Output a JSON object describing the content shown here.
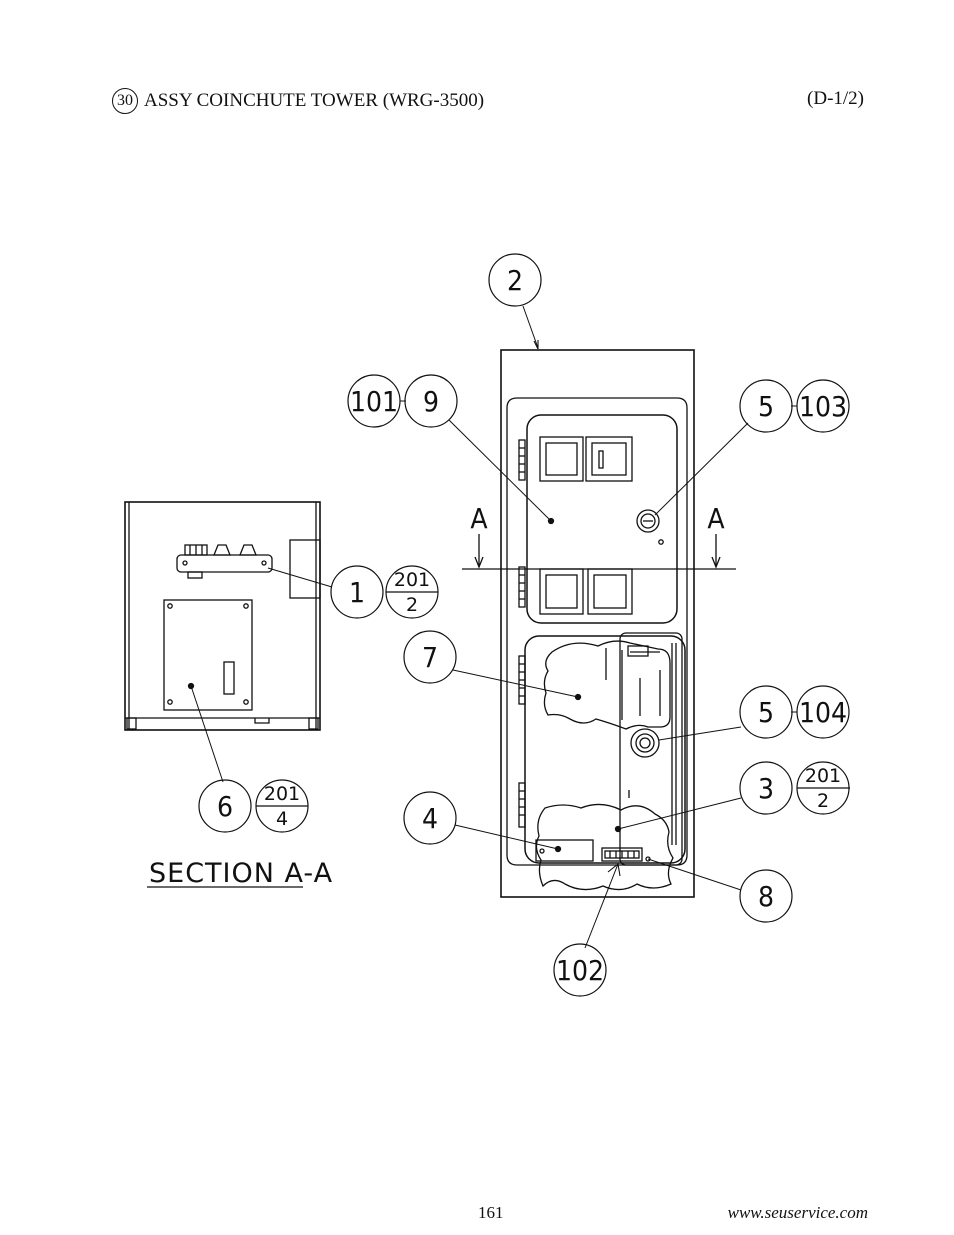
{
  "header": {
    "item_number": "30",
    "title": "ASSY COINCHUTE TOWER (WRG-3500)",
    "sheet": "(D-1/2)"
  },
  "footer": {
    "page_number": "161",
    "website": "www.seuservice.com"
  },
  "drawing": {
    "section_label": "SECTION A-A",
    "section_marker_left": "A",
    "section_marker_right": "A",
    "callouts": {
      "c2": "2",
      "c101": "101",
      "c9": "9",
      "c5a": "5",
      "c103": "103",
      "c1": "1",
      "c1_frac_top": "201",
      "c1_frac_bottom": "2",
      "c7": "7",
      "c5b": "5",
      "c104": "104",
      "c3": "3",
      "c3_frac_top": "201",
      "c3_frac_bottom": "2",
      "c6": "6",
      "c6_frac_top": "201",
      "c6_frac_bottom": "4",
      "c4": "4",
      "c8": "8",
      "c102": "102"
    }
  }
}
